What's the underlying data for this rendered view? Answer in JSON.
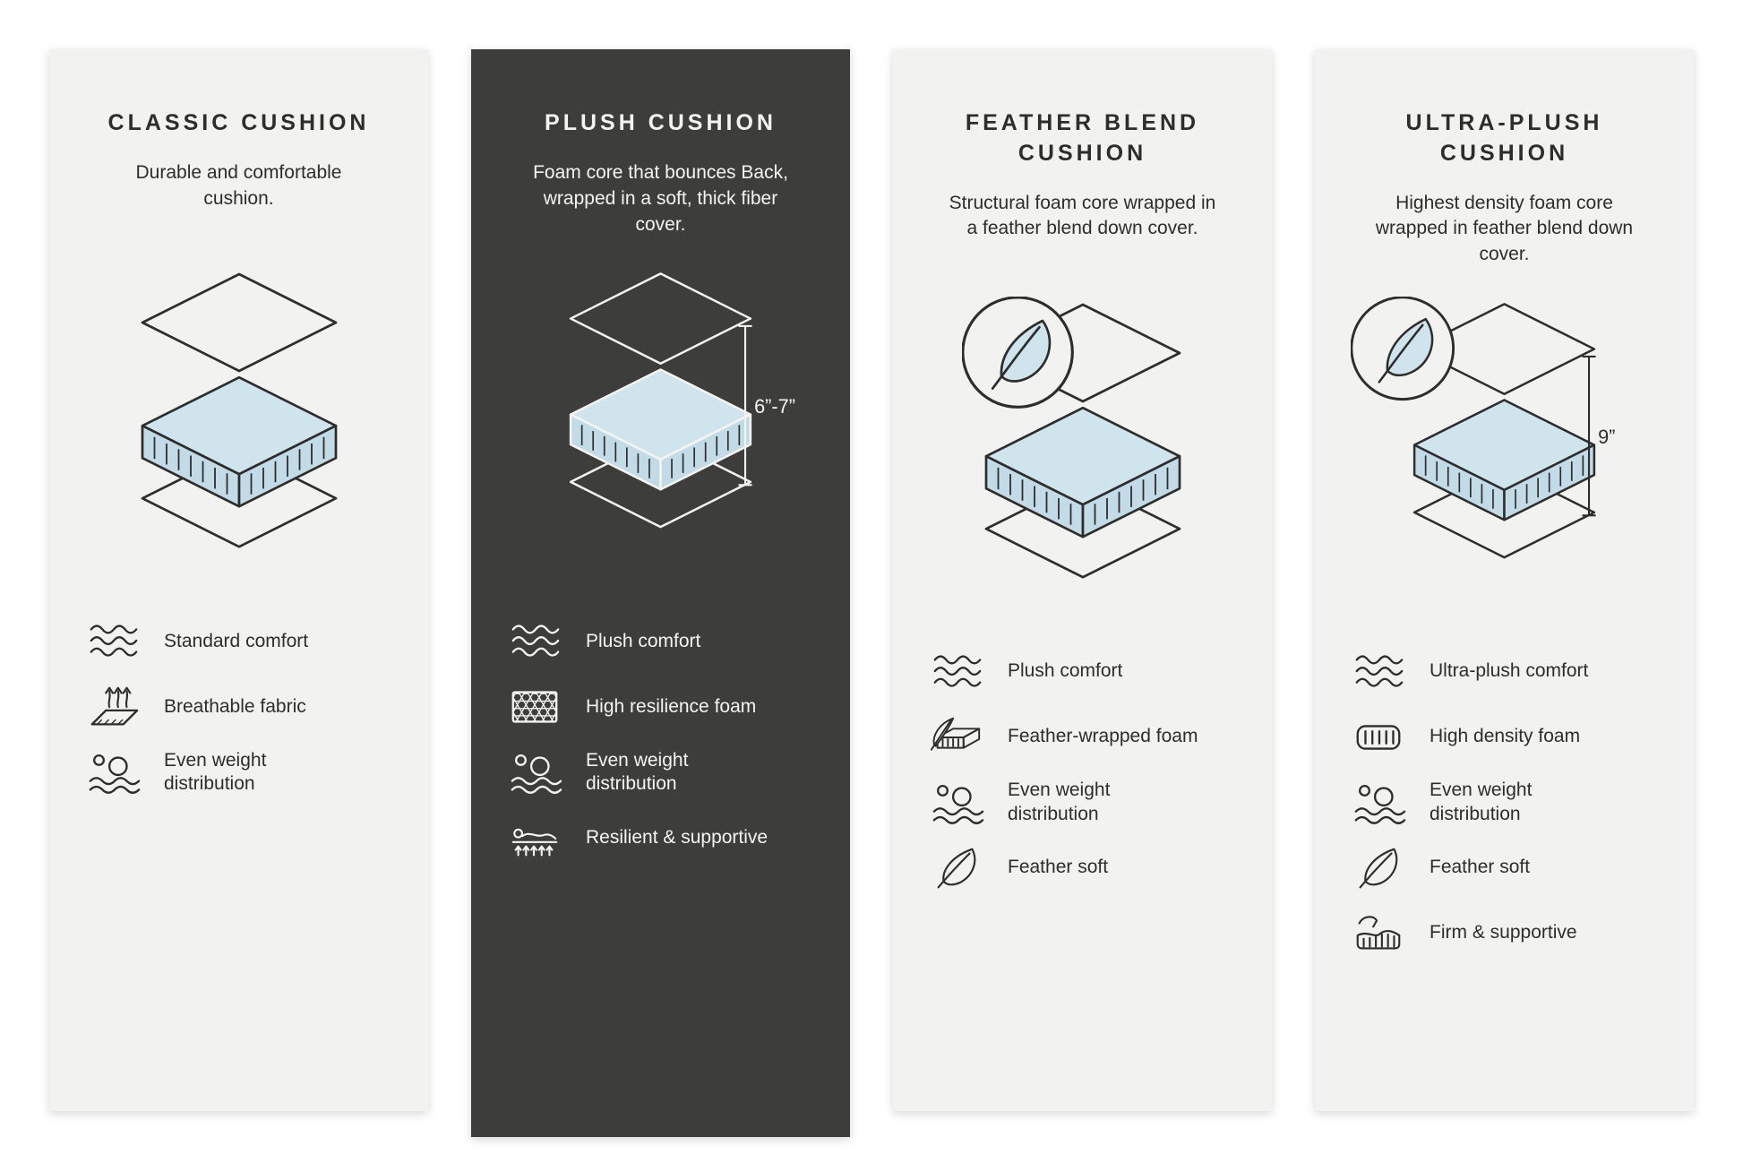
{
  "colors": {
    "panel_light": "#f2f2f0",
    "panel_dark": "#3d3d3b",
    "ink": "#2d2d2d",
    "cushion_blue_top": "#cfe4ed",
    "cushion_blue_side": "#c2dbe7"
  },
  "panels": [
    {
      "title": "CLASSIC CUSHION",
      "description": "Durable and comfortable cushion.",
      "measurement": "",
      "features": [
        {
          "icon": "wave-icon",
          "label": "Standard comfort"
        },
        {
          "icon": "breathable-icon",
          "label": "Breathable fabric"
        },
        {
          "icon": "even-weight-icon",
          "label": "Even weight distribution"
        }
      ]
    },
    {
      "title": "PLUSH CUSHION",
      "description": "Foam core that bounces Back, wrapped in a soft, thick fiber cover.",
      "measurement": "6”-7”",
      "features": [
        {
          "icon": "wave-icon",
          "label": "Plush comfort"
        },
        {
          "icon": "honeycomb-icon",
          "label": "High resilience foam"
        },
        {
          "icon": "even-weight-icon",
          "label": "Even weight distribution"
        },
        {
          "icon": "resilient-icon",
          "label": "Resilient & supportive"
        }
      ]
    },
    {
      "title": "FEATHER BLEND CUSHION",
      "description": "Structural foam core wrapped in a feather blend down cover.",
      "measurement": "",
      "features": [
        {
          "icon": "wave-icon",
          "label": "Plush comfort"
        },
        {
          "icon": "feather-foam-icon",
          "label": "Feather-wrapped foam"
        },
        {
          "icon": "even-weight-icon",
          "label": "Even weight distribution"
        },
        {
          "icon": "feather-icon",
          "label": "Feather soft"
        }
      ]
    },
    {
      "title": "ULTRA-PLUSH CUSHION",
      "description": "Highest density foam core wrapped in feather blend down cover.",
      "measurement": "9”",
      "features": [
        {
          "icon": "wave-icon",
          "label": "Ultra-plush comfort"
        },
        {
          "icon": "foam-icon",
          "label": "High density foam"
        },
        {
          "icon": "even-weight-icon",
          "label": "Even weight distribution"
        },
        {
          "icon": "feather-icon",
          "label": "Feather soft"
        },
        {
          "icon": "firm-icon",
          "label": "Firm & supportive"
        }
      ]
    }
  ]
}
